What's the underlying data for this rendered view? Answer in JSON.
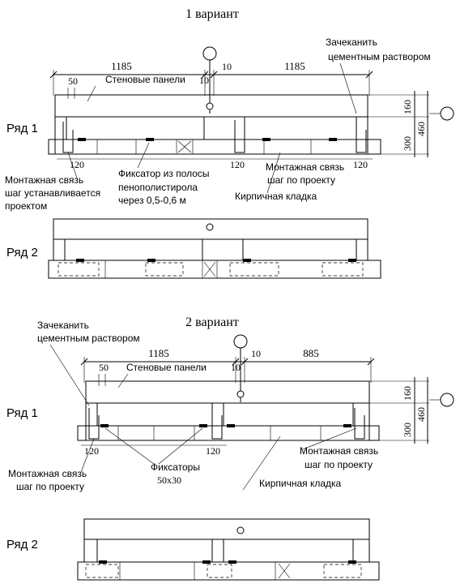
{
  "variant1": {
    "title": "1 вариант",
    "dim_left": "1185",
    "dim_right": "1185",
    "dim_gap": "10",
    "dim_gap2": "10",
    "dim_50": "50",
    "dim_120a": "120",
    "dim_120b": "120",
    "dim_120c": "120",
    "dim_160": "160",
    "dim_300": "300",
    "dim_460": "460",
    "label_panels": "Стеновые панели",
    "label_seal_1": "Зачеканить",
    "label_seal_2": "цементным раствором",
    "label_row1": "Ряд 1",
    "label_row2": "Ряд 2",
    "label_tie_1": "Монтажная связь",
    "label_tie_2": "шаг устанавливается",
    "label_tie_3": "проектом",
    "label_fix_1": "Фиксатор из полосы",
    "label_fix_2": "пенополистирола",
    "label_fix_3": "через 0,5-0,6 м",
    "label_tie_r_1": "Монтажная связь",
    "label_tie_r_2": "шаг по проекту",
    "label_brick": "Кирпичная кладка"
  },
  "variant2": {
    "title": "2 вариант",
    "dim_left": "1185",
    "dim_right": "885",
    "dim_gap": "10",
    "dim_gap2": "10",
    "dim_50": "50",
    "dim_120a": "120",
    "dim_120b": "120",
    "dim_160": "160",
    "dim_300": "300",
    "dim_460": "460",
    "label_seal_1": "Зачеканить",
    "label_seal_2": "цементным раствором",
    "label_panels": "Стеновые панели",
    "label_row1": "Ряд 1",
    "label_row2": "Ряд 2",
    "label_tie_1": "Монтажная связь",
    "label_tie_2": "шаг по проекту",
    "label_fix_1": "Фиксаторы",
    "label_fix_2": "50x30",
    "label_tie_r_1": "Монтажная связь",
    "label_tie_r_2": "шаг по проекту",
    "label_brick": "Кирпичная кладка"
  }
}
